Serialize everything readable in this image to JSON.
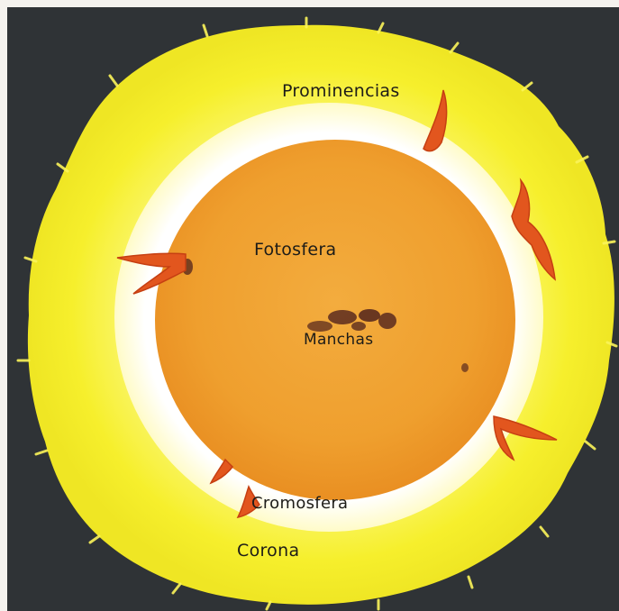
{
  "labels": {
    "prominencias": "Prominencias",
    "fotosfera": "Fotosfera",
    "manchas": "Manchas",
    "cromosfera": "Cromosfera",
    "corona": "Corona"
  },
  "colors": {
    "background": "#2f3336",
    "corona": "#f8f23a",
    "chromosphere": "#fffde8",
    "photosphere": "#f0a030",
    "prominence": "#e0501c",
    "sunspot": "#5a2a1e",
    "paper": "#f4f2ee"
  }
}
